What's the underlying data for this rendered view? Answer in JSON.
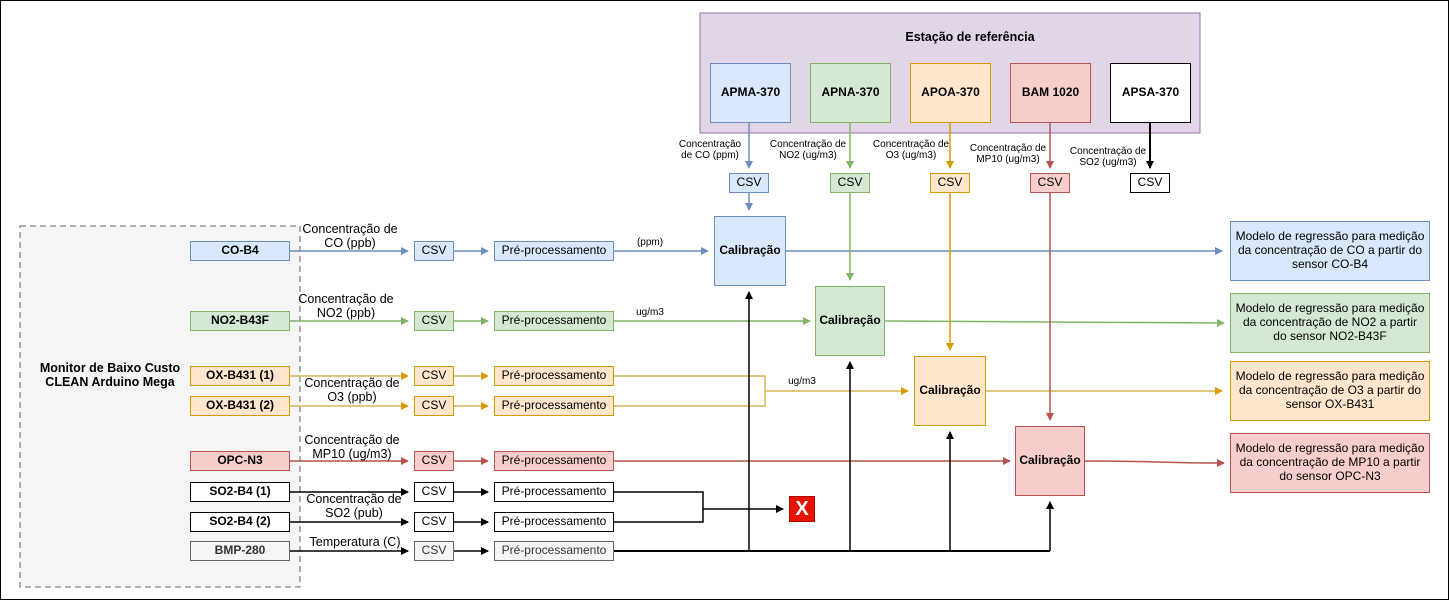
{
  "reference_station": {
    "title": "Estação de referência",
    "instruments": [
      {
        "name": "APMA-370",
        "label": "Concentração de CO (ppm)"
      },
      {
        "name": "APNA-370",
        "label": "Concentração de NO2 (ug/m3)"
      },
      {
        "name": "APOA-370",
        "label": "Concentração de O3 (ug/m3)"
      },
      {
        "name": "BAM 1020",
        "label": "Concentração de MP10 (ug/m3)"
      },
      {
        "name": "APSA-370",
        "label": "Concentração de SO2 (ug/m3)"
      }
    ]
  },
  "monitor": {
    "title": "Monitor de Baixo Custo CLEAN Arduino Mega"
  },
  "sensors": [
    {
      "name": "CO-B4",
      "label": "Concentração de CO (ppb)"
    },
    {
      "name": "NO2-B43F",
      "label": "Concentração de NO2 (ppb)"
    },
    {
      "name": "OX-B431 (1)",
      "label": "Concentração de O3 (ppb)"
    },
    {
      "name": "OX-B431 (2)"
    },
    {
      "name": "OPC-N3",
      "label": "Concentração de MP10 (ug/m3)"
    },
    {
      "name": "SO2-B4 (1)",
      "label": "Concentração de SO2 (pub)"
    },
    {
      "name": "SO2-B4 (2)"
    },
    {
      "name": "BMP-280",
      "label": "Temperatura (C)"
    }
  ],
  "common": {
    "csv": "CSV",
    "preprocessing": "Pré-processamento",
    "calibration": "Calibração",
    "discard": "X"
  },
  "unit_labels": {
    "co": "(ppm)",
    "no2": "ug/m3",
    "o3": "ug/m3"
  },
  "models": [
    "Modelo de regressão para medição da concentração de CO a partir do sensor CO-B4",
    "Modelo de regressão para medição da concentração de NO2 a partir do sensor NO2-B43F",
    "Modelo de regressão para medição da concentração de O3 a partir do sensor OX-B431",
    "Modelo de regressão para medição da concentração de MP10 a partir do sensor OPC-N3"
  ],
  "colors": {
    "blue": "#6c8ebf",
    "green": "#82b366",
    "orange": "#d79b00",
    "red": "#b85450",
    "black": "#000000",
    "purple_fill": "#e1d5e7",
    "purple_stroke": "#9673a6"
  }
}
